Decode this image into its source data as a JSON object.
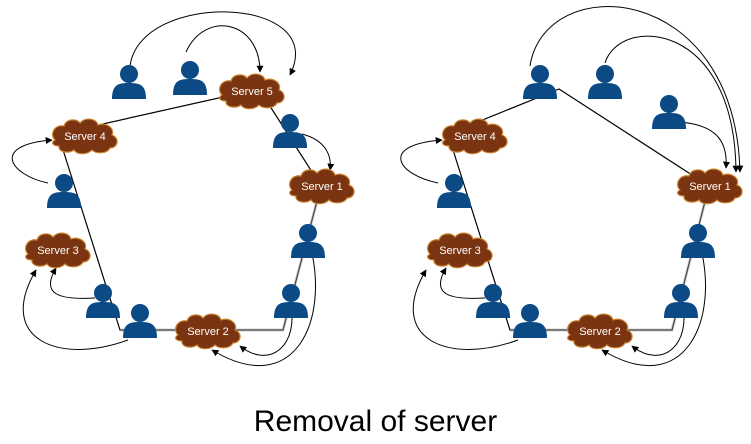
{
  "caption": "Removal of server",
  "colors": {
    "server_fill": "#7a3412",
    "server_stroke": "#c9842f",
    "user_fill": "#0b4a85",
    "ring": "#000000",
    "arrow": "#000000"
  },
  "icons": {
    "server": "cloud-icon",
    "user": "user-icon"
  },
  "before": {
    "servers": [
      "Server 5",
      "Server 1",
      "Server 2",
      "Server 3",
      "Server 4"
    ]
  },
  "after": {
    "servers": [
      "Server 1",
      "Server 2",
      "Server 3",
      "Server 4"
    ]
  }
}
